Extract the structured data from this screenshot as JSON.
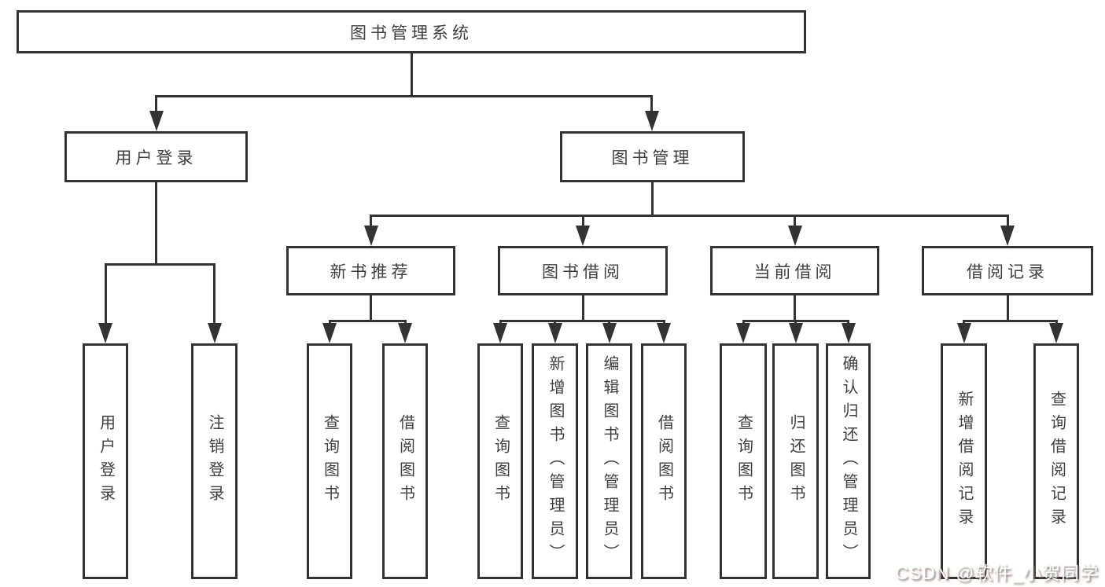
{
  "diagram": {
    "tree": {
      "label": "图书管理系统",
      "children": [
        {
          "label": "用户登录",
          "children": [
            {
              "label": "用户登录"
            },
            {
              "label": "注销登录"
            }
          ]
        },
        {
          "label": "图书管理",
          "children": [
            {
              "label": "新书推荐",
              "children": [
                {
                  "label": "查询图书"
                },
                {
                  "label": "借阅图书"
                }
              ]
            },
            {
              "label": "图书借阅",
              "children": [
                {
                  "label": "查询图书"
                },
                {
                  "label": "新增图书（管理员）"
                },
                {
                  "label": "编辑图书（管理员）"
                },
                {
                  "label": "借阅图书"
                }
              ]
            },
            {
              "label": "当前借阅",
              "children": [
                {
                  "label": "查询图书"
                },
                {
                  "label": "归还图书"
                },
                {
                  "label": "确认归还（管理员）"
                }
              ]
            },
            {
              "label": "借阅记录",
              "children": [
                {
                  "label": "新增借阅记录"
                },
                {
                  "label": "查询借阅记录"
                }
              ]
            }
          ]
        }
      ]
    }
  },
  "watermark": {
    "text": "CSDN @软件_小贺同学"
  },
  "colors": {
    "line": "#333333",
    "text": "#3f3f3f",
    "background": "#ffffff",
    "watermark_text": "#ffffff"
  }
}
